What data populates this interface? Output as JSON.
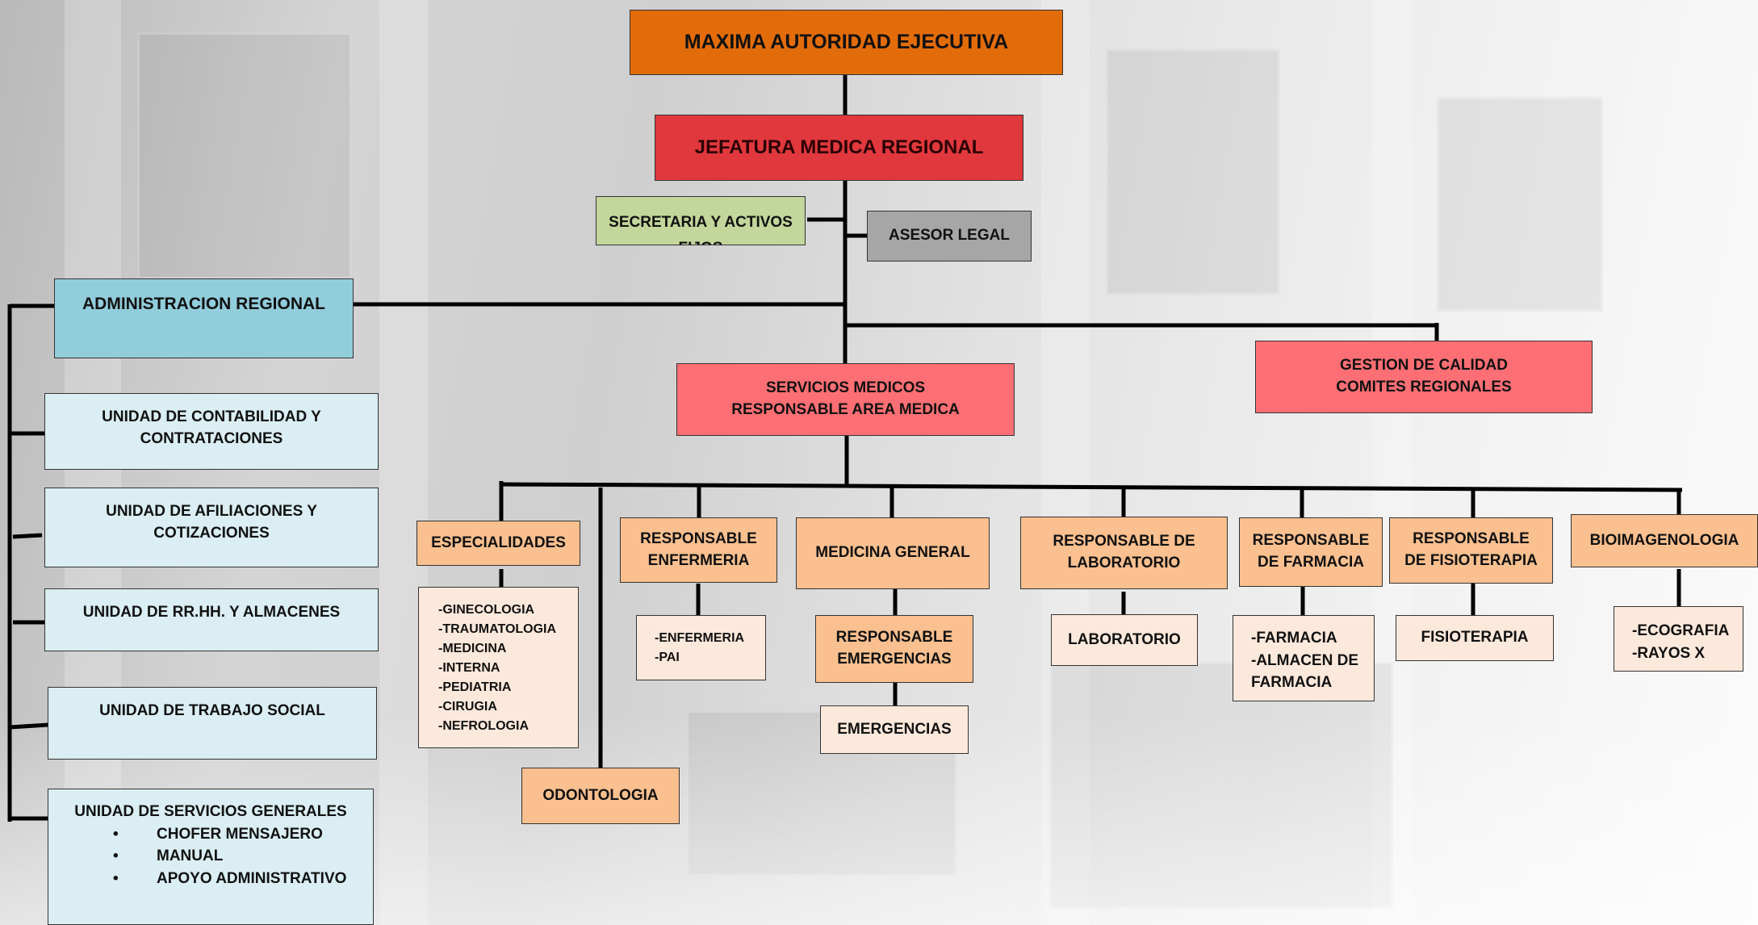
{
  "colors": {
    "top": "#e36c0a",
    "jefatura": "#e0383d",
    "secretaria": "#c3d69b",
    "asesor": "#a6a6a6",
    "admin": "#92cddc",
    "admin_units": "#daeef3",
    "servicios": "#fd6f74",
    "departments": "#fac08f",
    "sub_units": "#fde9dc"
  },
  "maxima": "MAXIMA AUTORIDAD EJECUTIVA",
  "jefatura": "JEFATURA MEDICA REGIONAL",
  "secretaria": "SECRETARIA Y ACTIVOS FIJOS",
  "asesor": "ASESOR LEGAL",
  "administracion": "ADMINISTRACION REGIONAL",
  "admin_units": {
    "contabilidad": [
      "UNIDAD DE CONTABILIDAD Y",
      "CONTRATACIONES"
    ],
    "afiliaciones": [
      "UNIDAD DE AFILIACIONES Y",
      "COTIZACIONES"
    ],
    "rrhh": "UNIDAD DE RR.HH.  Y ALMACENES",
    "trabajo_social": "UNIDAD DE TRABAJO SOCIAL",
    "servicios_generales": {
      "title": "UNIDAD DE SERVICIOS GENERALES",
      "items": [
        "CHOFER MENSAJERO",
        "MANUAL",
        "APOYO ADMINISTRATIVO"
      ]
    }
  },
  "servicios_medicos": [
    "SERVICIOS MEDICOS",
    "RESPONSABLE AREA MEDICA"
  ],
  "gestion_calidad": [
    "GESTION DE CALIDAD",
    "COMITES REGIONALES"
  ],
  "departments": {
    "especialidades": "ESPECIALIDADES",
    "especialidades_list": [
      "-GINECOLOGIA",
      "-TRAUMATOLOGIA",
      "-MEDICINA",
      "-INTERNA",
      "-PEDIATRIA",
      "-CIRUGIA",
      "-NEFROLOGIA"
    ],
    "odontologia": "ODONTOLOGIA",
    "enfermeria": [
      "RESPONSABLE",
      "ENFERMERIA"
    ],
    "enfermeria_list": [
      "-ENFERMERIA",
      "-PAI"
    ],
    "medicina_general": "MEDICINA GENERAL",
    "resp_emergencias": [
      "RESPONSABLE",
      "EMERGENCIAS"
    ],
    "emergencias": "EMERGENCIAS",
    "laboratorio_resp": [
      "RESPONSABLE DE",
      "LABORATORIO"
    ],
    "laboratorio": "LABORATORIO",
    "farmacia_resp": [
      "RESPONSABLE",
      "DE FARMACIA"
    ],
    "farmacia_list": [
      "-FARMACIA",
      "-ALMACEN DE",
      "FARMACIA"
    ],
    "fisioterapia_resp": [
      "RESPONSABLE",
      "DE FISIOTERAPIA"
    ],
    "fisioterapia": "FISIOTERAPIA",
    "bioimagenologia": "BIOIMAGENOLOGIA",
    "bioimagenologia_list": [
      "-ECOGRAFIA",
      "-RAYOS X"
    ]
  }
}
